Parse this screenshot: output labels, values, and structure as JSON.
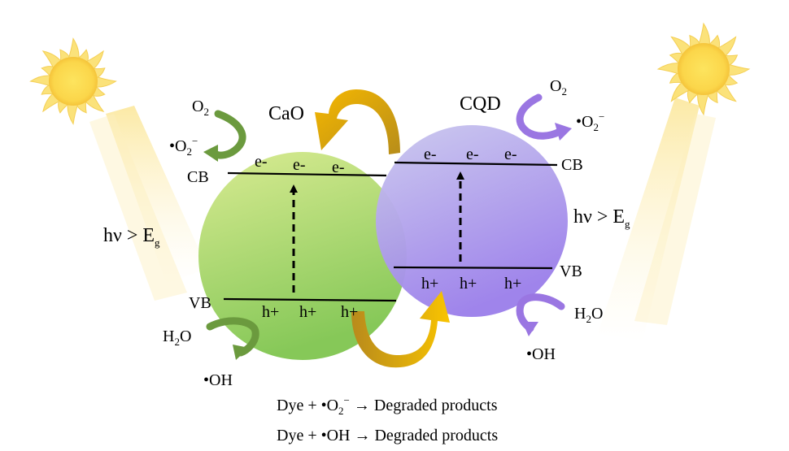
{
  "colors": {
    "cao_fill_top": "#d4e88a",
    "cao_fill_bottom": "#8ccc5a",
    "cqd_fill_top": "#c7c4ec",
    "cqd_fill_bottom": "#9c82ea",
    "green_arrow": "#6b9a3e",
    "purple_arrow": "#9a76e2",
    "gold_arrow": "#d6a400",
    "sun": "#fde064"
  },
  "icons": {
    "left_sun": "sun-icon",
    "right_sun": "sun-icon"
  },
  "cao": {
    "title": "CaO",
    "cb_label": "CB",
    "vb_label": "VB",
    "electrons": [
      "e-",
      "e-",
      "e-"
    ],
    "holes": [
      "h+",
      "h+",
      "h+"
    ],
    "o2": {
      "base": "O",
      "sub": "2"
    },
    "superoxide": {
      "base": "•O",
      "sub": "2",
      "sup": "−"
    },
    "water": {
      "a": "H",
      "sub": "2",
      "b": "O"
    },
    "hydroxyl": "•OH",
    "light": {
      "main": "hν > E",
      "sub": "g"
    }
  },
  "cqd": {
    "title": "CQD",
    "cb_label": "CB",
    "vb_label": "VB",
    "electrons": [
      "e-",
      "e-",
      "e-"
    ],
    "holes": [
      "h+",
      "h+",
      "h+"
    ],
    "o2": {
      "base": "O",
      "sub": "2"
    },
    "superoxide": {
      "base": "•O",
      "sub": "2",
      "sup": "−"
    },
    "water": {
      "a": "H",
      "sub": "2",
      "b": "O"
    },
    "hydroxyl": "•OH",
    "light": {
      "main": "hν > E",
      "sub": "g"
    }
  },
  "equations": {
    "line1": {
      "pre": "Dye + •O",
      "sub": "2",
      "sup": "−",
      "post": " → Degraded products"
    },
    "line2": {
      "text": "Dye + •OH → Degraded products"
    }
  }
}
